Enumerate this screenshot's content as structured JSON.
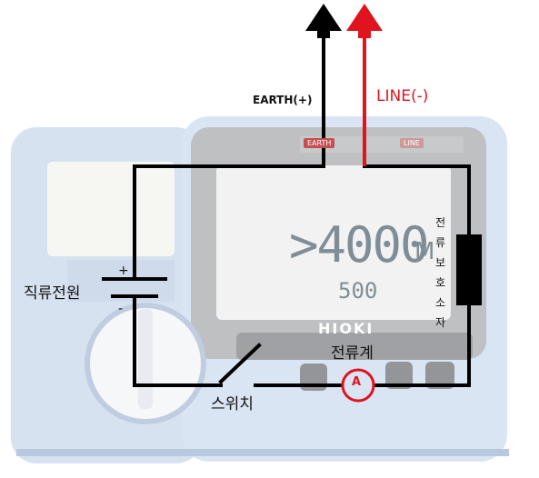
{
  "labels": {
    "earth": "EARTH(+)",
    "line": "LINE(-)",
    "dc_source": "직류전원",
    "plus": "+",
    "minus": "-",
    "switch": "스위치",
    "ammeter": "전류계",
    "ammeter_symbol": "A",
    "protector": [
      "전",
      "류",
      "보",
      "호",
      "소",
      "자"
    ]
  },
  "meter": {
    "reading": ">4000",
    "unit": "M",
    "voltage": "500",
    "brand": "HIOKI",
    "earth_button": "EARTH",
    "line_button": "LINE"
  },
  "colors": {
    "wire": "#000000",
    "line_accent": "#e0141e",
    "meter_body": "#5f84be",
    "meter_panel": "#5b5e63",
    "lcd": "#d9dddb"
  }
}
